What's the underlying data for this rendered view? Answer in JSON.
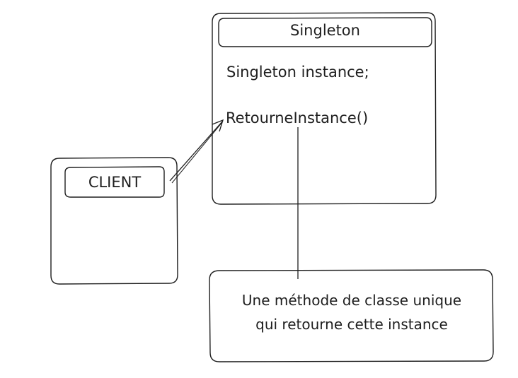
{
  "diagram": {
    "singleton_box": {
      "title": "Singleton",
      "attribute": "Singleton instance;",
      "method": "RetourneInstance()"
    },
    "client_box": {
      "title": "CLIENT"
    },
    "note_box": {
      "line1": "Une méthode de classe unique",
      "line2": "qui retourne cette instance"
    },
    "colors": {
      "stroke": "#1e1e1e",
      "background": "#ffffff"
    }
  }
}
